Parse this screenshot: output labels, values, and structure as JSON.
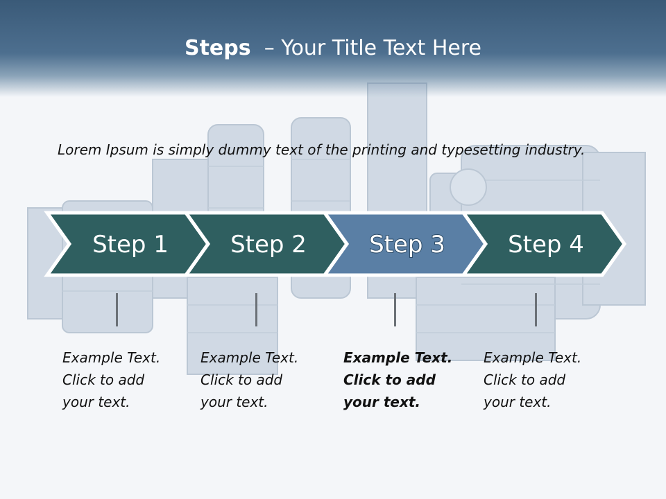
{
  "title": {
    "bold_part": "Steps",
    "rest": "– Your Title Text Here"
  },
  "intro_text": "Lorem Ipsum is simply dummy text of the printing and typesetting industry.",
  "steps": [
    {
      "label": "Step 1",
      "caption_lines": [
        "Example Text.",
        "Click  to add",
        "your text."
      ],
      "active": false
    },
    {
      "label": "Step 2",
      "caption_lines": [
        "Example Text.",
        "Click  to add",
        "your text."
      ],
      "active": false
    },
    {
      "label": "Step 3",
      "caption_lines": [
        "Example Text.",
        "Click  to add",
        "your text."
      ],
      "active": true
    },
    {
      "label": "Step 4",
      "caption_lines": [
        "Example Text.",
        "Click  to add",
        "your text."
      ],
      "active": false
    }
  ],
  "colors": {
    "title_band": "#3f6080",
    "chevron_default": "#2f5f60",
    "chevron_active": "#5a7fa5",
    "chevron_outline": "#ffffff"
  }
}
